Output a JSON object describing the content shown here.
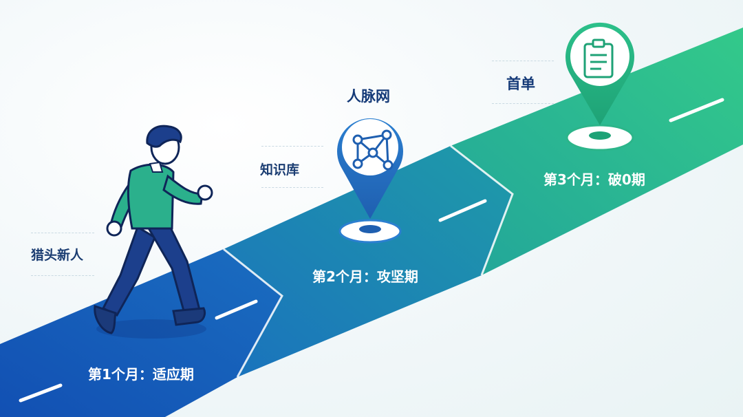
{
  "stages": [
    {
      "label": "第1个月：适应期"
    },
    {
      "label": "第2个月：攻坚期"
    },
    {
      "label": "第3个月：破0期"
    }
  ],
  "side_labels": {
    "newbie": "猎头新人",
    "knowledge": "知识库"
  },
  "pins": [
    {
      "label": "人脉网",
      "icon": "network-icon",
      "color": "#1f6fc0"
    },
    {
      "label": "首单",
      "icon": "clipboard-icon",
      "color": "#21a877"
    }
  ],
  "colors": {
    "road_start": "#1654b8",
    "road_mid": "#1e86b4",
    "road_end": "#2cc08a",
    "figure_shirt": "#2bb08c",
    "figure_pants": "#1c3f8c"
  }
}
